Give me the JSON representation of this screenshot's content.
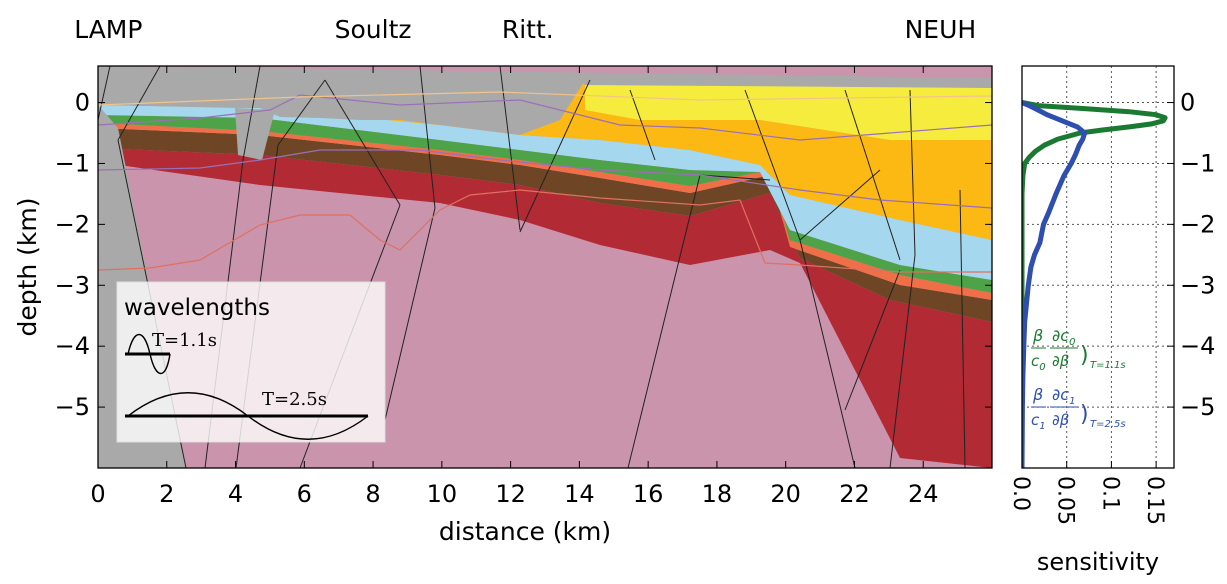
{
  "chart_data": [
    {
      "type": "area",
      "xlabel": "distance (km)",
      "ylabel": "depth (km)",
      "xlim": [
        0,
        26
      ],
      "ylim": [
        -6,
        0.6
      ],
      "xticks": [
        0,
        2,
        4,
        6,
        8,
        10,
        12,
        14,
        16,
        18,
        20,
        22,
        24
      ],
      "yticks": [
        0,
        -1,
        -2,
        -3,
        -4,
        -5
      ],
      "well_labels": [
        {
          "name": "LAMP",
          "x": 0.3
        },
        {
          "name": "Soultz",
          "x": 8
        },
        {
          "name": "Ritt.",
          "x": 12.5
        },
        {
          "name": "NEUH",
          "x": 24.5
        }
      ],
      "legend": {
        "title": "wavelengths",
        "entries": [
          {
            "label": "T=1.1s",
            "half_wavelength_km": 1.1
          },
          {
            "label": "T=2.5s",
            "half_wavelength_km": 5.5
          }
        ]
      },
      "layers": [
        {
          "name": "basement",
          "color": "#c994ac"
        },
        {
          "name": "unit-dark-red",
          "color": "#b12a34"
        },
        {
          "name": "unit-brown",
          "color": "#6e4525"
        },
        {
          "name": "unit-orange-red",
          "color": "#ef6f48"
        },
        {
          "name": "unit-green",
          "color": "#4ea248"
        },
        {
          "name": "unit-light-blue",
          "color": "#a5d8ee"
        },
        {
          "name": "unit-orange",
          "color": "#fdb913"
        },
        {
          "name": "unit-yellow",
          "color": "#f5ec3d"
        },
        {
          "name": "unit-grey",
          "color": "#a9a9a9"
        }
      ]
    },
    {
      "type": "line",
      "xlabel": "sensitivity",
      "xlim": [
        0,
        0.17
      ],
      "ylim": [
        -6,
        0.6
      ],
      "xticks": [
        "0.0",
        "0.05",
        "0.1",
        "0.15"
      ],
      "yticks": [
        "0",
        "−1",
        "−2",
        "−3",
        "−4",
        "−5"
      ],
      "series": [
        {
          "name": "T=1.1s",
          "color": "#1b7a32",
          "depth": [
            0.0,
            -0.05,
            -0.1,
            -0.15,
            -0.2,
            -0.25,
            -0.3,
            -0.35,
            -0.4,
            -0.45,
            -0.5,
            -0.6,
            -0.7,
            -0.8,
            -0.9,
            -1.0,
            -1.2,
            -1.5,
            -2.0,
            -3.0,
            -4.0,
            -5.0,
            -6.0
          ],
          "values": [
            0.0,
            0.018,
            0.07,
            0.12,
            0.15,
            0.16,
            0.158,
            0.145,
            0.12,
            0.09,
            0.065,
            0.04,
            0.025,
            0.015,
            0.008,
            0.003,
            0.001,
            0.0,
            0.0,
            0.0,
            0.0,
            0.0,
            0.0
          ]
        },
        {
          "name": "T=2.5s",
          "color": "#2e4fb0",
          "depth": [
            0.0,
            -0.05,
            -0.1,
            -0.2,
            -0.3,
            -0.4,
            -0.5,
            -0.6,
            -0.7,
            -0.85,
            -1.0,
            -1.2,
            -1.5,
            -1.8,
            -2.0,
            -2.3,
            -2.5,
            -2.7,
            -3.0,
            -3.3,
            -3.6,
            -4.0,
            -4.5,
            -5.0,
            -5.5,
            -6.0
          ],
          "values": [
            0.0,
            0.008,
            0.015,
            0.028,
            0.045,
            0.062,
            0.07,
            0.068,
            0.064,
            0.06,
            0.055,
            0.047,
            0.038,
            0.03,
            0.024,
            0.02,
            0.014,
            0.01,
            0.007,
            0.005,
            0.003,
            0.002,
            0.001,
            0.0005,
            0.0002,
            0.0
          ]
        }
      ]
    }
  ]
}
